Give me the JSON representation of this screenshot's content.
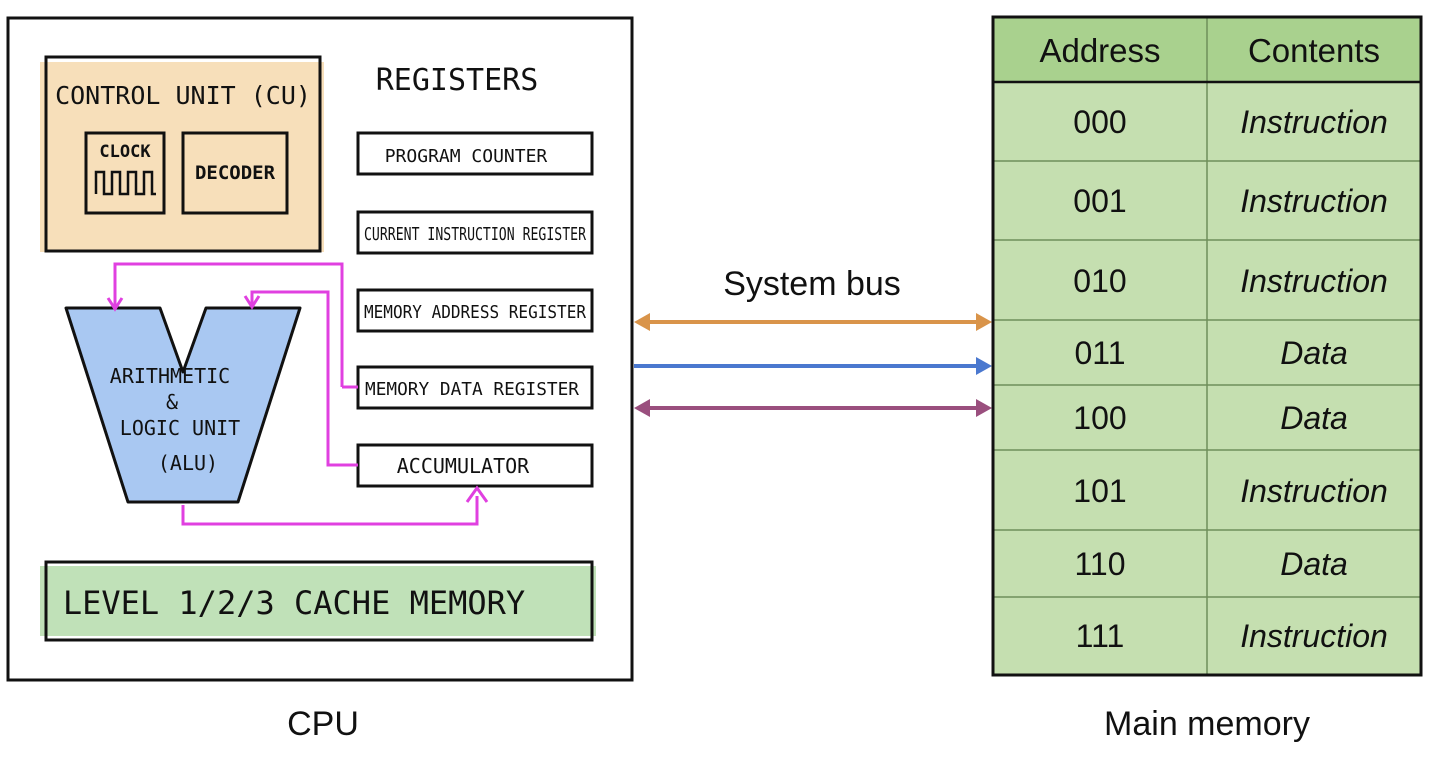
{
  "cpu": {
    "caption": "CPU",
    "control_unit": {
      "title": "CONTROL UNIT (CU)",
      "clock_label": "CLOCK",
      "decoder_label": "DECODER"
    },
    "registers_heading": "REGISTERS",
    "registers": [
      "PROGRAM COUNTER",
      "CURRENT INSTRUCTION REGISTER",
      "MEMORY ADDRESS REGISTER",
      "MEMORY DATA REGISTER",
      "ACCUMULATOR"
    ],
    "alu_lines": [
      "ARITHMETIC",
      "&",
      "LOGIC UNIT",
      "(ALU)"
    ],
    "cache_label": "LEVEL 1/2/3 CACHE MEMORY"
  },
  "bus": {
    "label": "System bus",
    "colors": [
      "#d9944a",
      "#4a78cf",
      "#9a4f7e"
    ]
  },
  "memory": {
    "caption": "Main memory",
    "headers": [
      "Address",
      "Contents"
    ],
    "rows": [
      {
        "address": "000",
        "contents": "Instruction"
      },
      {
        "address": "001",
        "contents": "Instruction"
      },
      {
        "address": "010",
        "contents": "Instruction"
      },
      {
        "address": "011",
        "contents": "Data"
      },
      {
        "address": "100",
        "contents": "Data"
      },
      {
        "address": "101",
        "contents": "Instruction"
      },
      {
        "address": "110",
        "contents": "Data"
      },
      {
        "address": "111",
        "contents": "Instruction"
      }
    ],
    "colors": {
      "header_bg": "#a9d18e",
      "row_bg": "#c5dfb0",
      "grid": "#6f8f5a"
    }
  },
  "colors": {
    "control_unit_fill": "#f6dcb3",
    "alu_fill": "#a9c8f2",
    "cache_fill": "#b9deb0",
    "alu_wires": "#e040e0"
  }
}
